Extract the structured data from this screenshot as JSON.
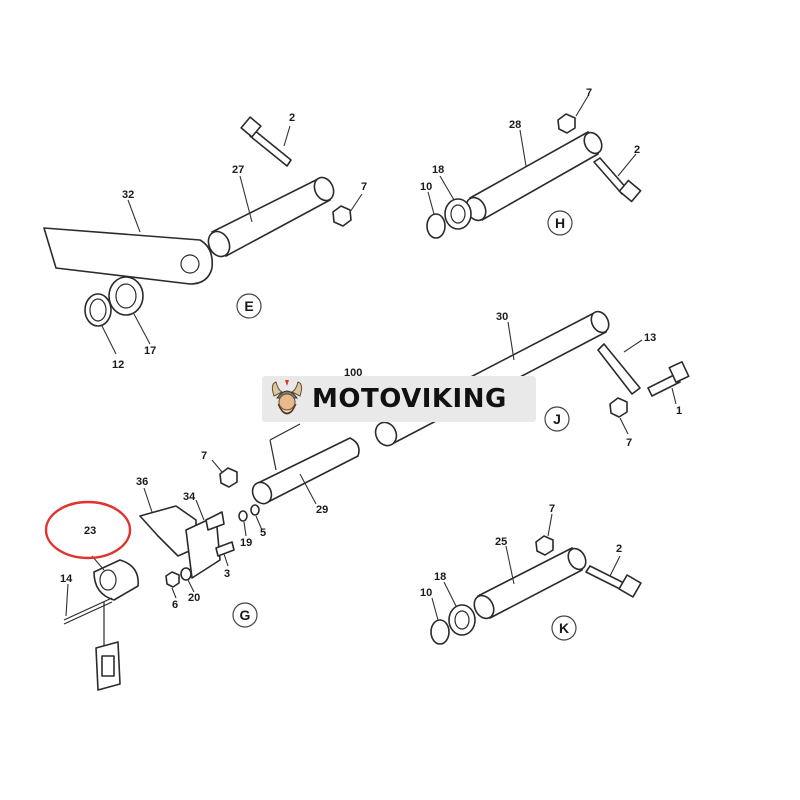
{
  "brand": {
    "name": "MOTOVIKING"
  },
  "sections": [
    {
      "letter": "E",
      "parts": [
        "32",
        "27",
        "2",
        "7",
        "12",
        "17"
      ]
    },
    {
      "letter": "H",
      "parts": [
        "28",
        "7",
        "2",
        "18",
        "10"
      ]
    },
    {
      "letter": "J",
      "parts": [
        "30",
        "13",
        "1",
        "7",
        "100"
      ]
    },
    {
      "letter": "G",
      "parts": [
        "36",
        "34",
        "7",
        "29",
        "19",
        "5",
        "23",
        "14",
        "3",
        "6",
        "20"
      ]
    },
    {
      "letter": "K",
      "parts": [
        "25",
        "7",
        "2",
        "18",
        "10"
      ]
    }
  ],
  "highlight": {
    "part": "23",
    "color": "#e0332e"
  },
  "colors": {
    "line": "#2b2b2b",
    "banner": "#e9e9e9"
  },
  "icons": [
    "viking-logo-icon"
  ]
}
